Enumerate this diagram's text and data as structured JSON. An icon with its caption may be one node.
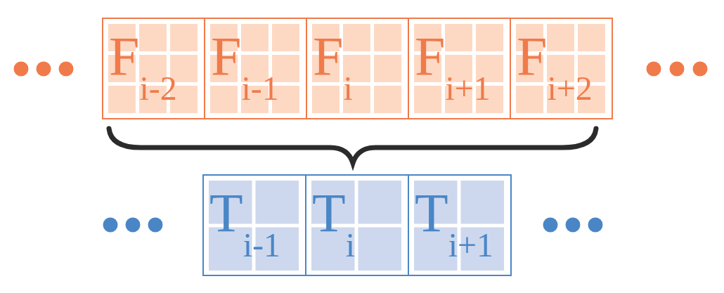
{
  "diagram": {
    "nodes": [
      {
        "text": [
          "F$_{i-2}$"
        ]
      },
      {
        "text": [
          "F$_{i-1}$"
        ]
      },
      {
        "text": [
          "F$_{i}$"
        ]
      },
      {
        "text": [
          "F$_{i+1}$"
        ]
      },
      {
        "text": [
          "F$_{i+2}$"
        ]
      },
      {
        "text": [
          "T$_{i-1}$"
        ]
      },
      {
        "text": [
          "T$_{i}$"
        ]
      },
      {
        "text": [
          "T$_{i+1}$"
        ]
      }
    ]
  }
}
